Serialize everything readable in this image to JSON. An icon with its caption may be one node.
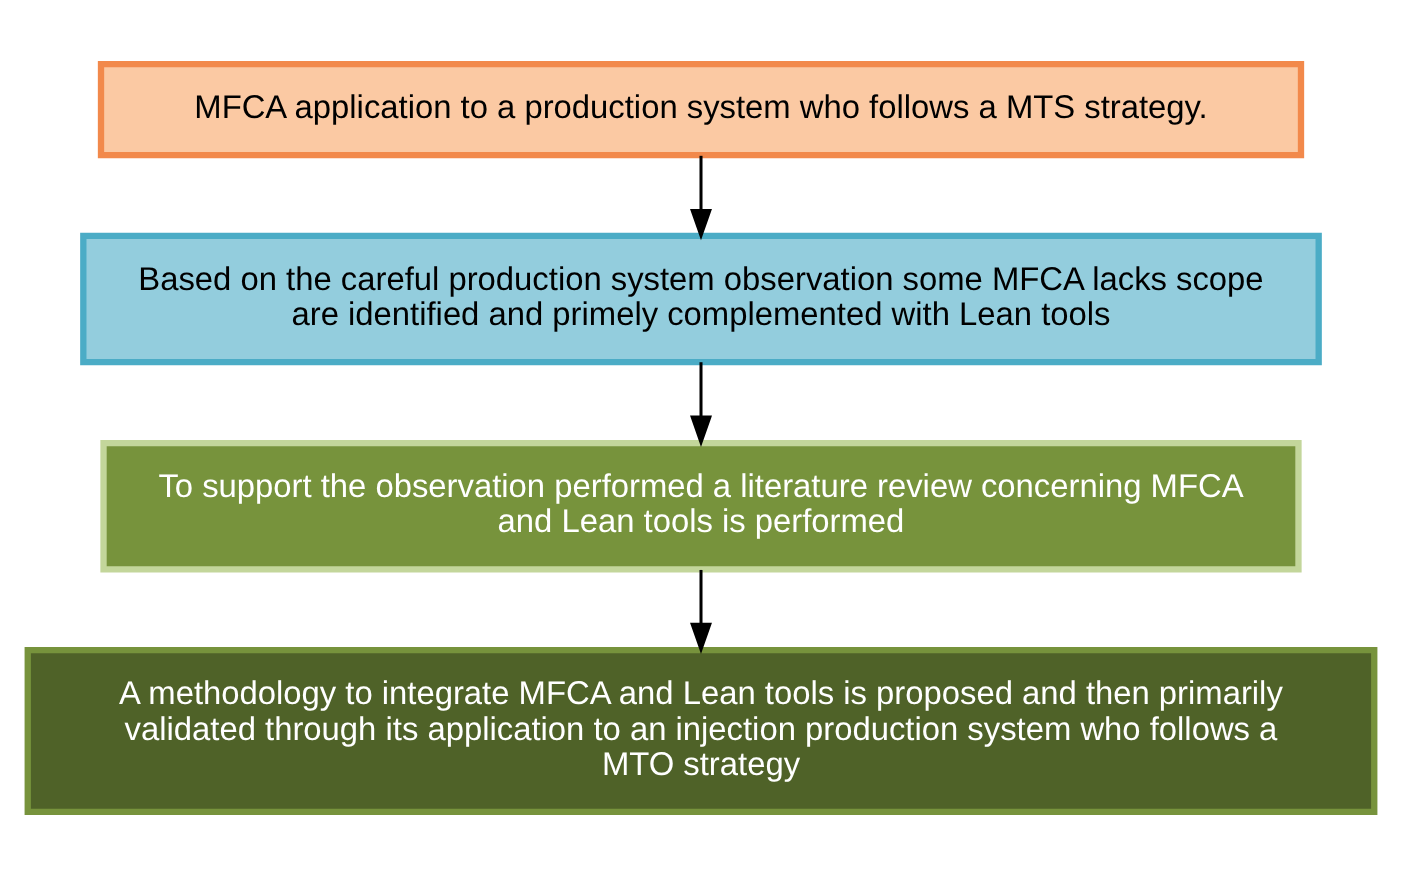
{
  "diagram": {
    "nodes": [
      {
        "text": [
          "MFCA application to a production system who follows a MTS strategy."
        ]
      },
      {
        "text": [
          "Based on the careful production system observation some MFCA lacks scope are identified and primely complemented with Lean tools"
        ]
      },
      {
        "text": [
          "To support the observation performed a literature review concerning MFCA and Lean tools is performed"
        ]
      },
      {
        "text": [
          "A methodology to integrate MFCA and Lean tools is proposed and then primarily validated through its application to an injection production system who follows a MTO strategy"
        ]
      }
    ],
    "edges": [
      {
        "from": 0,
        "to": 1,
        "arrow": "to"
      },
      {
        "from": 1,
        "to": 2,
        "arrow": "to"
      },
      {
        "from": 2,
        "to": 3,
        "arrow": "to"
      }
    ]
  }
}
